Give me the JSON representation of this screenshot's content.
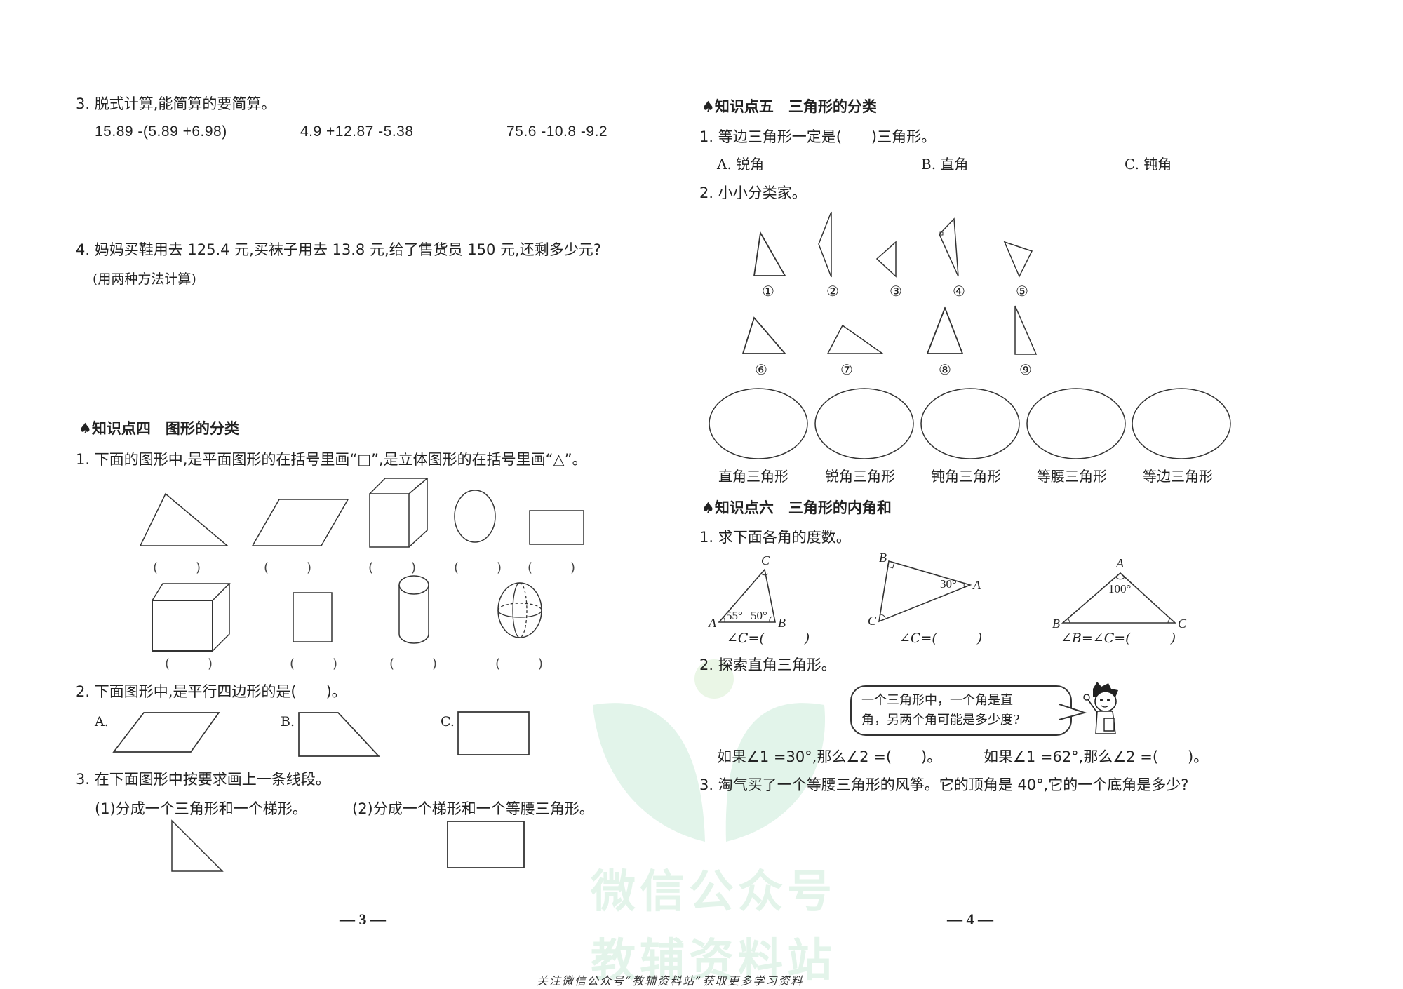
{
  "left_page": {
    "q3": {
      "title": "3. 脱式计算,能简算的要简算。",
      "expressions": [
        "15.89 -(5.89 +6.98)",
        "4.9 +12.87 -5.38",
        "75.6 -10.8 -9.2"
      ]
    },
    "q4": {
      "title": "4. 妈妈买鞋用去 125.4 元,买袜子用去 13.8 元,给了售货员 150 元,还剩多少元?",
      "note": "(用两种方法计算)"
    },
    "section4": {
      "header": "♠知识点四　图形的分类",
      "q1": "1. 下面的图形中,是平面图形的在括号里画“□”,是立体图形的在括号里画“△”。",
      "row1_shapes": [
        "triangle",
        "parallelogram",
        "cube",
        "circle",
        "rectangle"
      ],
      "row2_shapes": [
        "cuboid",
        "rectangle",
        "cylinder",
        "sphere"
      ],
      "blank": "(　　　)",
      "q2": "2. 下面图形中,是平行四边形的是(　　)。",
      "q2_options": [
        "A.",
        "B.",
        "C."
      ],
      "q3": "3. 在下面图形中按要求画上一条线段。",
      "q3_sub1": "(1)分成一个三角形和一个梯形。",
      "q3_sub2": "(2)分成一个梯形和一个等腰三角形。"
    },
    "page_number": "— 3 —"
  },
  "right_page": {
    "section5": {
      "header": "♠知识点五　三角形的分类",
      "q1": "1. 等边三角形一定是(　　)三角形。",
      "q1_options": [
        "A. 锐角",
        "B. 直角",
        "C. 钝角"
      ],
      "q2": "2. 小小分类家。",
      "triangle_labels": [
        "①",
        "②",
        "③",
        "④",
        "⑤",
        "⑥",
        "⑦",
        "⑧",
        "⑨"
      ],
      "categories": [
        "直角三角形",
        "锐角三角形",
        "钝角三角形",
        "等腰三角形",
        "等边三角形"
      ]
    },
    "section6": {
      "header": "♠知识点六　三角形的内角和",
      "q1": "1. 求下面各角的度数。",
      "tri1": {
        "top": "C",
        "left": "A",
        "right": "B",
        "angle_a": "55°",
        "angle_b": "50°",
        "answer": "∠C=(　　　)"
      },
      "tri2": {
        "top": "B",
        "right": "A",
        "bottom": "C",
        "angle_a": "30°",
        "answer": "∠C=(　　　)"
      },
      "tri3": {
        "top": "A",
        "left": "B",
        "right": "C",
        "angle_a": "100°",
        "answer": "∠B=∠C=(　　　)"
      },
      "q2": "2. 探索直角三角形。",
      "bubble_line1": "一个三角形中，一个角是直",
      "bubble_line2": "角，另两个角可能是多少度?",
      "fill1": "如果∠1 =30°,那么∠2 =(　　)。",
      "fill2": "如果∠1 =62°,那么∠2 =(　　)。",
      "q3": "3. 淘气买了一个等腰三角形的风筝。它的顶角是 40°,它的一个底角是多少?"
    },
    "page_number": "— 4 —"
  },
  "watermark": {
    "line1": "微信公众号",
    "line2": "教辅资料站",
    "color": "#e3f4ea"
  },
  "footer": "关注微信公众号“教辅资料站”获取更多学习资料"
}
